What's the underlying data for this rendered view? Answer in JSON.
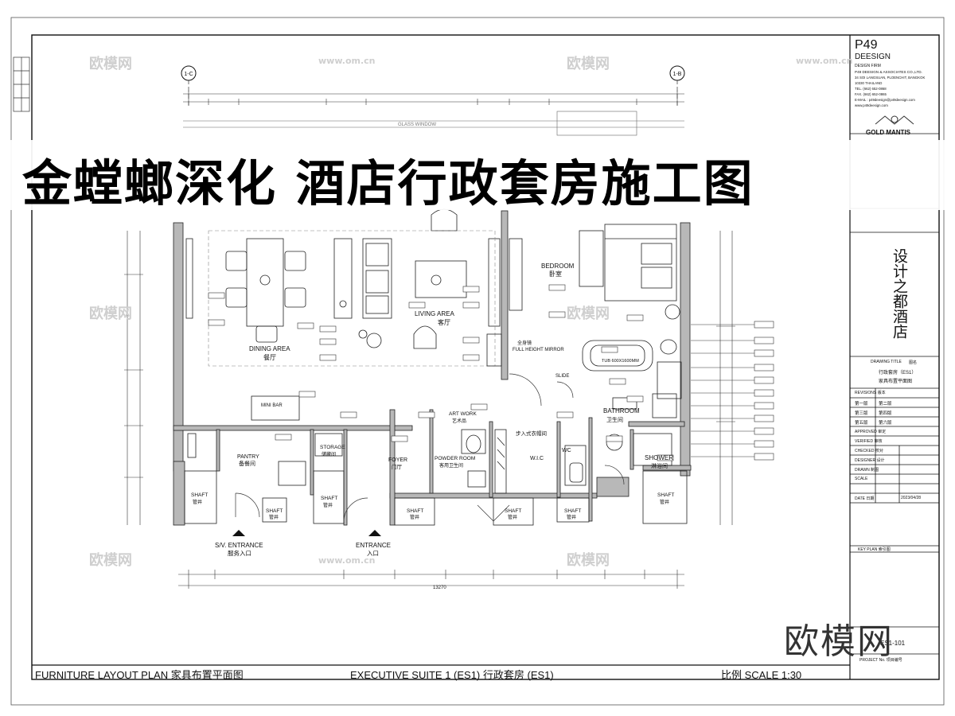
{
  "banner_title": "金螳螂深化  酒店行政套房施工图",
  "titleblock": {
    "brand": "P49",
    "brand_sub": "DEESIGN",
    "design_firm": "DESIGN FIRM",
    "firm_name": "P49 DEESIGN & ASSOCIATES CO.,LTD.",
    "address": "34 SOI LANGSUAN, PLOENCHIT, BANGKOK",
    "postcode": "10330 THAILAND",
    "tel": "TEL. (662) 652-0868",
    "fax": "FAX. (662) 652-0865",
    "email": "E-MAIL : p49deesign@p49deesign.com",
    "web": "www.p49deesign.com",
    "logo_text": "GOLD MANTIS",
    "vertical_text": "设计之都酒店",
    "drawing_title": "DRAWING TITLE",
    "drawing_title_cn": "图名",
    "drawing_title_value": "行政套房（ES1）",
    "drawing_title_value2": "家具布置平面图",
    "revisions": "REVISIONS 版本",
    "rev1": "第一版",
    "rev2": "第二版",
    "rev3": "第三版",
    "rev4": "第四版",
    "rev5": "第五版",
    "rev6": "第六版",
    "approved": "APPROVED 审定",
    "verified": "VERIFIED 审核",
    "checked": "CHECKED 校对",
    "designer": "DESIGNER 设计",
    "drawn": "DRAWN 制图",
    "scale": "SCALE",
    "date_label": "DATE 日期",
    "date_value": "2023/04/28",
    "key_plan": "KEY PLAN 索引图",
    "sheet_no": "ES1-101",
    "project_no": "PROJECT No. 项目编号"
  },
  "bottom": {
    "left": "FURNITURE LAYOUT PLAN 家具布置平面图",
    "center": "EXECUTIVE SUITE 1 (ES1) 行政套房 (ES1)",
    "right": "比例 SCALE 1:30"
  },
  "watermark": "欧模网",
  "watermark_url": "www.om.cn",
  "grid": {
    "left": "1-C",
    "right": "1-B"
  },
  "rooms": {
    "dining": "DINING AREA",
    "dining_cn": "餐厅",
    "living": "LIVING AREA",
    "living_cn": "客厅",
    "bedroom": "BEDROOM",
    "bedroom_cn": "卧室",
    "bathroom": "BATHROOM",
    "bathroom_cn": "卫生间",
    "shower": "SHOWER",
    "shower_cn": "淋浴间",
    "pantry": "PANTRY",
    "pantry_cn": "备餐间",
    "storage": "STORAGE",
    "storage_cn": "储藏间",
    "foyer": "FOYER",
    "foyer_cn": "门厅",
    "powder": "POWDER ROOM",
    "powder_cn": "客用卫生间",
    "wic": "W.I.C",
    "wic_cn": "步入式衣帽间",
    "wc": "WC",
    "shaft": "SHAFT",
    "shaft_cn": "管井",
    "minibar": "MINI BAR",
    "artwork": "ART WORK",
    "artwork_cn": "艺术品",
    "mirror": "FULL HEIGHT MIRROR",
    "mirror_cn": "全身镜",
    "tub": "TUB 600X1600MM",
    "slide": "SLIDE",
    "glass_window": "GLASS WINDOW",
    "sv_entrance": "S/V. ENTRANCE",
    "sv_entrance_cn": "服务入口",
    "entrance": "ENTRANCE",
    "entrance_cn": "入口"
  },
  "dims": {
    "total": "13270"
  },
  "colors": {
    "wall": "#b8b8b8",
    "line": "#222222",
    "watermark": "#cfcfcf"
  }
}
